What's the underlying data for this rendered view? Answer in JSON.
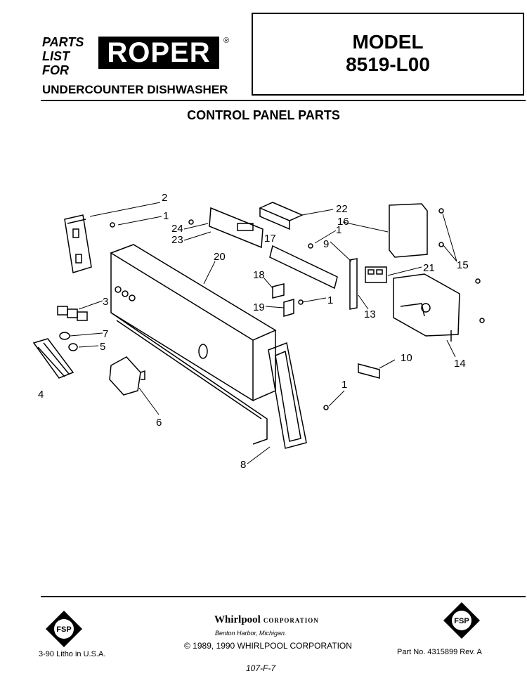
{
  "header": {
    "parts_lines": [
      "PARTS",
      "LIST",
      "FOR"
    ],
    "brand": "ROPER",
    "registered_mark": "®",
    "product": "UNDERCOUNTER DISHWASHER",
    "model_label": "MODEL",
    "model_number": "8519-L00"
  },
  "section_title": "CONTROL PANEL PARTS",
  "callouts": [
    "2",
    "1",
    "24",
    "23",
    "22",
    "16",
    "17",
    "1",
    "9",
    "20",
    "18",
    "19",
    "1",
    "21",
    "15",
    "3",
    "7",
    "5",
    "4",
    "6",
    "13",
    "14",
    "10",
    "1",
    "8"
  ],
  "footer": {
    "seal_text": "FSP",
    "company": "Whirlpool",
    "corporation": "CORPORATION",
    "city": "Benton Harbor, Michigan.",
    "copyright": "© 1989, 1990 WHIRLPOOL CORPORATION",
    "litho": "3-90  Litho in U.S.A.",
    "part_no": "Part No. 4315899 Rev. A",
    "handwritten": "107-F-7"
  }
}
